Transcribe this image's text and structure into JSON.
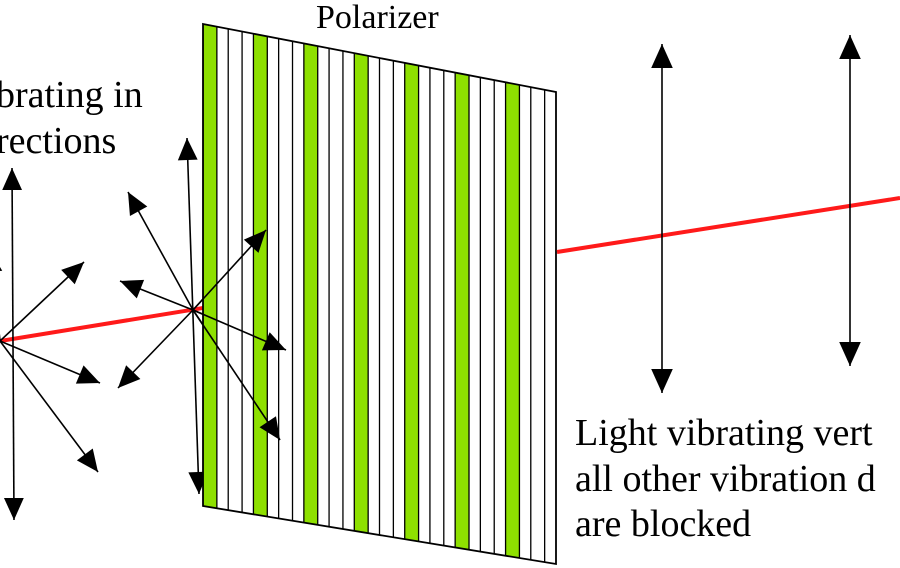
{
  "labels": {
    "polarizer": "Polarizer",
    "left_line1": "brating in",
    "left_line2": "rections",
    "right_line1": "Light vibrating vert",
    "right_line2": "all other vibration d",
    "right_line3": "are blocked"
  },
  "colors": {
    "beam": "#ff1a1a",
    "stripe": "#8ee000",
    "outline": "#000000",
    "arrow": "#000000"
  }
}
